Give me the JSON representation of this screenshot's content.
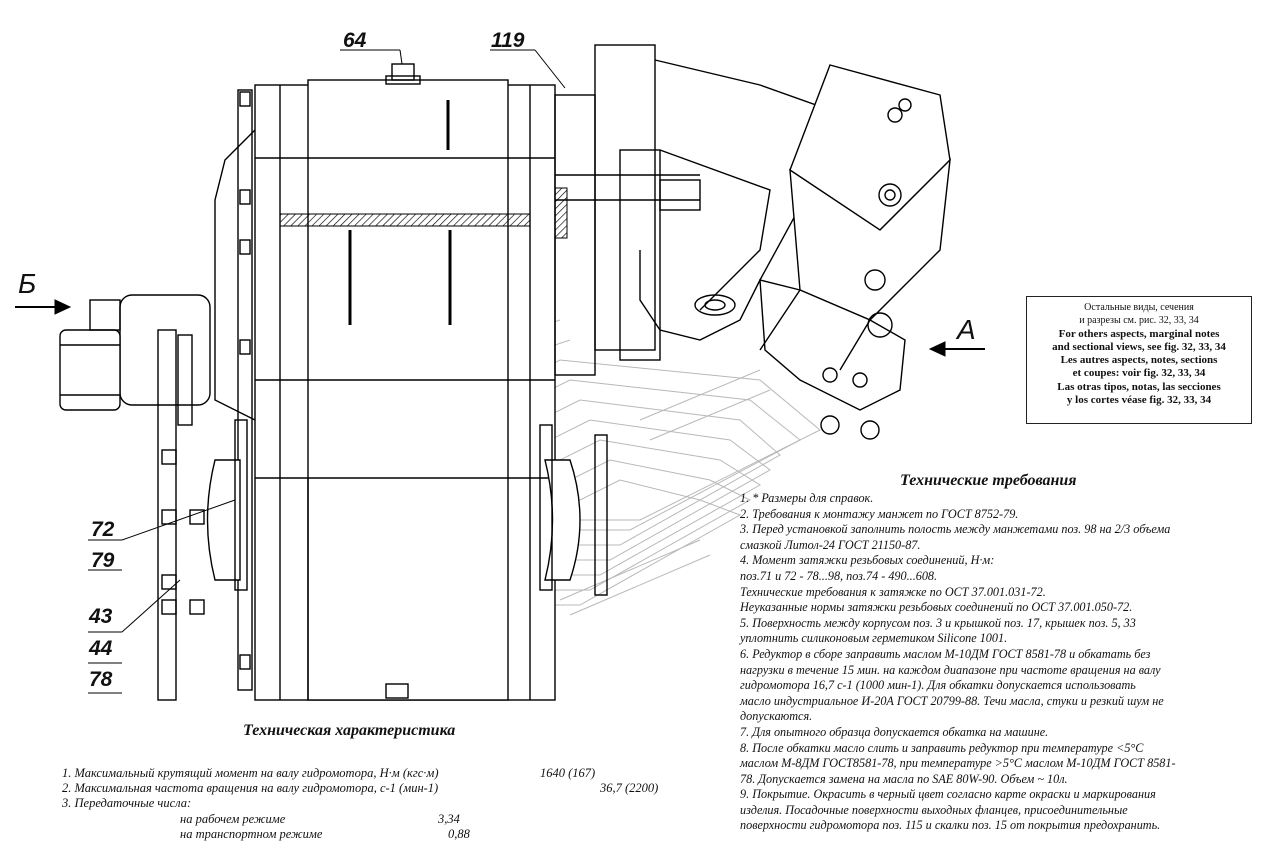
{
  "callouts": {
    "c64": "64",
    "c119": "119",
    "c72": "72",
    "c79": "79",
    "c43": "43",
    "c44": "44",
    "c78": "78"
  },
  "view_arrows": {
    "b": "Б",
    "a": "А"
  },
  "reference_note": {
    "lines": [
      "Остальные виды, сечения",
      "и разрезы см. рис.  32, 33, 34",
      "For others aspects, marginal notes",
      "and sectional views, see fig. 32, 33, 34",
      "Les autres aspects, notes, sections",
      "et coupes: voir fig. 32, 33, 34",
      "Las otras tipos, notas, las secciones",
      "y los cortes véase fig. 32, 33, 34"
    ]
  },
  "requirements": {
    "title": "Технические требования",
    "lines": [
      "1. * Размеры для справок.",
      "2. Требования к монтажу манжет по ГОСТ 8752-79.",
      "3. Перед установкой заполнить полость между манжетами поз. 98 на 2/3 объема",
      "смазкой Литол-24 ГОСТ 21150-87.",
      "4. Момент затяжки резьбовых соединений, Н·м:",
      "поз.71 и 72 - 78...98, поз.74 - 490...608.",
      "Технические требования к затяжке по ОСТ 37.001.031-72.",
      "Неуказанные нормы затяжки резьбовых соединений по ОСТ 37.001.050-72.",
      "5. Поверхность между корпусом поз. 3 и крышкой поз. 17, крышек поз. 5, 33",
      "уплотнить силиконовым герметиком Silicone 1001.",
      "6. Редуктор в сборе заправить маслом М-10ДМ ГОСТ 8581-78 и обкатать без",
      "нагрузки в течение 15 мин. на каждом диапазоне при частоте вращения на валу",
      "гидромотора  16,7 с-1 (1000 мин-1). Для обкатки допускается использовать",
      "масло индустриальное И-20А ГОСТ 20799-88. Течи масла, стуки и резкий шум не",
      "допускаются.",
      "7. Для опытного образца допускается обкатка на машине.",
      " 8. После обкатки масло слить и заправить редуктор при температуре <5°C",
      "маслом М-8ДМ ГОСТ8581-78, при температуре >5°C маслом М-10ДМ ГОСТ 8581-",
      "78. Допускается замена на масла по SAE 80W-90. Объем ~ 10л.",
      "9. Покрытие. Окрасить в черный цвет согласно карте окраски и маркирования",
      "изделия. Посадочные поверхности выходных фланцев, присоединительные",
      "поверхности гидромотора поз. 115 и скалки поз. 15 от покрытия предохранить."
    ]
  },
  "characteristics": {
    "title": "Техническая характеристика",
    "item1_label": "1. Максимальный крутящий момент на валу гидромотора, Н·м  (кгс·м)",
    "item1_value": "1640 (167)",
    "item2_label": "2. Максимальная частота вращения на валу гидромотора, с-1 (мин-1)",
    "item2_value": "36,7 (2200)",
    "item3_label": "3. Передаточные числа:",
    "mode_work_label": "на рабочем режиме",
    "mode_work_value": "3,34",
    "mode_transport_label": "на транспортном режиме",
    "mode_transport_value": "0,88"
  }
}
